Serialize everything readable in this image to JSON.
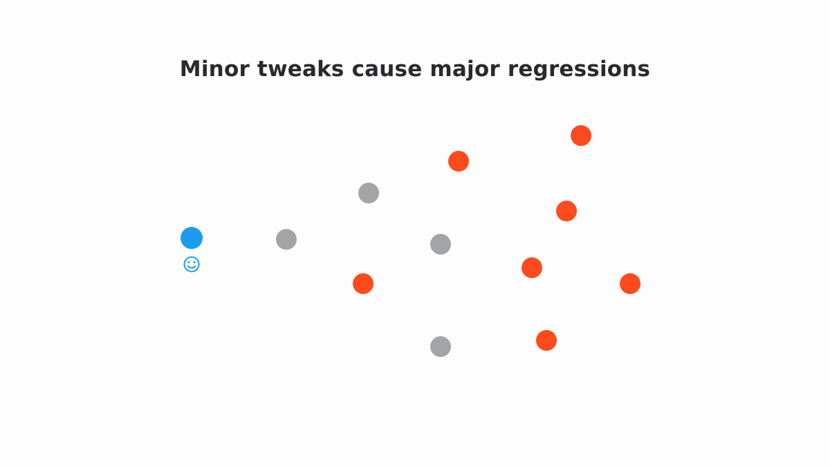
{
  "title": "Minor tweaks cause major regressions",
  "colors": {
    "baseline": "#1e9bf0",
    "neutral": "#a2a4a7",
    "regression": "#ff4a1e",
    "background": "#fdfdfd",
    "title": "#2a2a2e"
  },
  "legend": {
    "baseline_icon": "smiley-face-icon"
  },
  "points": [
    {
      "kind": "baseline"
    },
    {
      "kind": "neutral"
    },
    {
      "kind": "neutral"
    },
    {
      "kind": "neutral"
    },
    {
      "kind": "neutral"
    },
    {
      "kind": "regression"
    },
    {
      "kind": "regression"
    },
    {
      "kind": "regression"
    },
    {
      "kind": "regression"
    },
    {
      "kind": "regression"
    },
    {
      "kind": "regression"
    },
    {
      "kind": "regression"
    }
  ]
}
